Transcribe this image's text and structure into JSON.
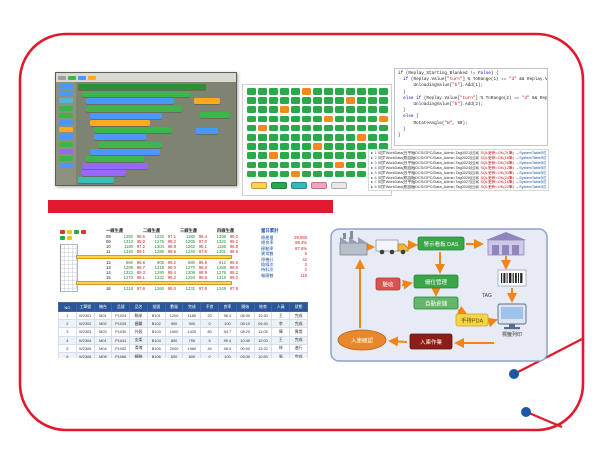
{
  "slide": {
    "bg": "#ffffff",
    "frame_color": "#e2182f",
    "divider_color": "#e2182f",
    "dot_color": "#1a57a5"
  },
  "block_editor": {
    "toolbar_colors": [
      "#9aa0a6",
      "#3db54a",
      "#4c97ff",
      "#ffab19"
    ],
    "palette": [
      "#4c97ff",
      "#4c97ff",
      "#5cb1d6",
      "#3db54a",
      "#3db54a",
      "#4c97ff",
      "#ffab19",
      "#4c97ff",
      "#3db54a",
      "#9966ff",
      "#3db54a",
      "#4c97ff"
    ],
    "rows": [
      [
        0,
        128,
        "#2f8f35"
      ],
      [
        4,
        108,
        "#3db54a"
      ],
      [
        8,
        88,
        "#4c97ff"
      ],
      [
        8,
        96,
        "#3db54a"
      ],
      [
        12,
        72,
        "#4c97ff"
      ],
      [
        12,
        60,
        "#ffab19"
      ],
      [
        16,
        78,
        "#3db54a"
      ],
      [
        16,
        52,
        "#4c97ff"
      ],
      [
        20,
        64,
        "#3db54a"
      ],
      [
        12,
        70,
        "#4c97ff"
      ],
      [
        8,
        58,
        "#3db54a"
      ],
      [
        4,
        66,
        "#9966ff"
      ],
      [
        4,
        44,
        "#9966ff"
      ],
      [
        0,
        36,
        "#36c0b9"
      ]
    ],
    "floaters": [
      [
        118,
        16,
        26,
        "#ffab19"
      ],
      [
        124,
        30,
        30,
        "#3db54a"
      ],
      [
        120,
        46,
        22,
        "#4c97ff"
      ]
    ]
  },
  "status_board": {
    "cols": 13,
    "rows": 10,
    "ok_color": "#2aa84a",
    "warn_color": "#f2891f",
    "warn_cells": [
      [
        0,
        5
      ],
      [
        1,
        9
      ],
      [
        2,
        3
      ],
      [
        3,
        7
      ],
      [
        3,
        12
      ],
      [
        4,
        1
      ],
      [
        5,
        10
      ],
      [
        6,
        6
      ],
      [
        7,
        2
      ],
      [
        8,
        8
      ],
      [
        9,
        4
      ]
    ],
    "legend": [
      "#ffd34d",
      "#2aa84a",
      "#35b8b8",
      "#f2a3c3",
      "#e8e8e8"
    ]
  },
  "code_editor": {
    "lines": [
      [
        [
          "if",
          "b"
        ],
        [
          " (Replay_Starting_Blanked != ",
          "k"
        ],
        [
          "False",
          "b"
        ],
        [
          ") {",
          "k"
        ]
      ],
      [
        [
          "  ",
          "k"
        ],
        [
          "if",
          "b"
        ],
        [
          " (Replay.Value[",
          "k"
        ],
        [
          "\"turn\"",
          "r"
        ],
        [
          "] % ToRange(1) == ",
          "k"
        ],
        [
          "\"d\"",
          "r"
        ],
        [
          " && Replay.Value[",
          "k"
        ],
        [
          "\"strip\"",
          "r"
        ],
        [
          "])",
          "k"
        ]
      ],
      [
        [
          "      UnloadingValue[",
          "k"
        ],
        [
          "\"b\"",
          "r"
        ],
        [
          "].Add(1);",
          "k"
        ]
      ],
      [
        [
          "  }",
          "k"
        ]
      ],
      [
        [
          "  ",
          "k"
        ],
        [
          "else if",
          "b"
        ],
        [
          " (Replay.Value[",
          "k"
        ],
        [
          "\"turn\"",
          "r"
        ],
        [
          "] % ToRange(2) == ",
          "k"
        ],
        [
          "\"d\"",
          "r"
        ],
        [
          " && Replay.Value[",
          "k"
        ],
        [
          "\"strip\"",
          "r"
        ],
        [
          "])",
          "k"
        ]
      ],
      [
        [
          "      UnloadingValue[",
          "k"
        ],
        [
          "\"b\"",
          "r"
        ],
        [
          "].Add(2);",
          "k"
        ]
      ],
      [
        [
          "  }",
          "k"
        ]
      ],
      [
        [
          "  ",
          "k"
        ],
        [
          "else",
          "b"
        ],
        [
          " {",
          "k"
        ]
      ],
      [
        [
          "      RotateAngle(",
          "k"
        ],
        [
          "\"W\"",
          "r"
        ],
        [
          ", 90);",
          "k"
        ]
      ],
      [
        [
          "  }",
          "k"
        ]
      ],
      [
        [
          "}",
          "k"
        ]
      ]
    ]
  },
  "sync_log": {
    "rows": [
      {
        "n": "1",
        "a": "同步WorkData(台中廠DCS/OPC/Data_Admin.Tag0021)回寫",
        "b": "SQL更新=OK(21筆)",
        "c": "→SystemTable同步完成"
      },
      {
        "n": "2",
        "a": "同步WorkData(桃園廠DCS/OPC/Data_Admin.Tag0022)回寫",
        "b": "SQL更新=OK(18筆)",
        "c": "→SystemTable同步完成"
      },
      {
        "n": "3",
        "a": "同步WorkData(台中廠DCS/OPC/Data_Admin.Tag0023)回寫",
        "b": "SQL更新=OK(26筆)",
        "c": "→SystemTable同步完成"
      },
      {
        "n": "4",
        "a": "同步WorkData(桃園廠DCS/OPC/Data_Admin.Tag0024)回寫",
        "b": "SQL更新=OK(12筆)",
        "c": "→SystemTable同步完成"
      },
      {
        "n": "5",
        "a": "同步WorkData(台中廠DCS/OPC/Data_Admin.Tag0025)回寫",
        "b": "SQL更新=OK(30筆)",
        "c": "→SystemTable同步完成"
      },
      {
        "n": "6",
        "a": "同步WorkData(桃園廠DCS/OPC/Data_Admin.Tag0026)回寫",
        "b": "SQL更新=OK(24筆)",
        "c": "→SystemTable同步完成"
      },
      {
        "n": "7",
        "a": "同步WorkData(台中廠DCS/OPC/Data_Admin.Tag0027)回寫",
        "b": "SQL更新=OK(16筆)",
        "c": "→SystemTable同步完成"
      },
      {
        "n": "8",
        "a": "同步WorkData(桃園廠DCS/OPC/Data_Admin.Tag0028)回寫",
        "b": "SQL更新=OK(22筆)",
        "c": "→SystemTable同步完成"
      }
    ]
  },
  "production_report": {
    "andon_lights": [
      "#d63a2f",
      "#f0c419",
      "#2aa84a",
      "#d63a2f",
      "#2aa84a",
      "#f0c419"
    ],
    "cluster_titles": [
      "一線生產",
      "二線生產",
      "三線生產",
      "四線生產"
    ],
    "rows": [
      [
        "08",
        "1250",
        "98.5",
        "1232",
        "97.1",
        "1180",
        "96.4",
        "1298",
        "99.0"
      ],
      [
        "09",
        "1310",
        "99.0",
        "1275",
        "98.2",
        "1205",
        "97.0",
        "1322",
        "99.2"
      ],
      [
        "10",
        "1180",
        "97.2",
        "1304",
        "98.8",
        "1262",
        "98.1",
        "1189",
        "96.8"
      ],
      [
        "11",
        "1340",
        "99.1",
        "1286",
        "98.5",
        "1240",
        "97.6",
        "1301",
        "98.9"
      ],
      [
        "12",
        "860",
        "96.8",
        "905",
        "96.2",
        "880",
        "95.9",
        "912",
        "96.5"
      ],
      [
        "13",
        "1295",
        "98.7",
        "1318",
        "99.0",
        "1270",
        "98.3",
        "1288",
        "98.6"
      ],
      [
        "14",
        "1322",
        "99.3",
        "1290",
        "98.4",
        "1308",
        "98.9",
        "1276",
        "98.2"
      ],
      [
        "15",
        "1270",
        "98.1",
        "1332",
        "99.2",
        "1294",
        "98.6",
        "1315",
        "99.0"
      ],
      [
        "16",
        "1218",
        "97.6",
        "1260",
        "98.0",
        "1231",
        "97.8",
        "1249",
        "97.9"
      ]
    ],
    "summary": {
      "title": "當日累計",
      "rows": [
        [
          "總產量",
          "29,850"
        ],
        [
          "總良率",
          "98.4%"
        ],
        [
          "稼動率",
          "87.6%"
        ],
        [
          "異常數",
          "5"
        ],
        [
          "停機分",
          "42"
        ],
        [
          "換線次",
          "3"
        ],
        [
          "待料次",
          "2"
        ],
        [
          "報廢數",
          "118"
        ]
      ]
    }
  },
  "production_table": {
    "headers": [
      "NO",
      "工單號",
      "機台",
      "品號",
      "品名",
      "批號",
      "數量",
      "完成",
      "不良",
      "良率",
      "開始",
      "結束",
      "人員",
      "狀態"
    ],
    "rows": [
      [
        "1",
        "W2301",
        "M01",
        "P1024",
        "軸承",
        "B101",
        "1200",
        "1180",
        "20",
        "98.3",
        "08:00",
        "10:30",
        "王",
        "完成"
      ],
      [
        "2",
        "W2302",
        "M02",
        "P1025",
        "齒輪",
        "B102",
        "900",
        "900",
        "0",
        "100",
        "08:10",
        "09:40",
        "李",
        "完成"
      ],
      [
        "3",
        "W2303",
        "M03",
        "P1030",
        "外殼",
        "B103",
        "1500",
        "1420",
        "80",
        "94.7",
        "08:20",
        "11:05",
        "陳",
        "異常"
      ],
      [
        "4",
        "W2304",
        "M01",
        "P1041",
        "支架",
        "B104",
        "800",
        "795",
        "5",
        "99.4",
        "10:40",
        "12:00",
        "王",
        "完成"
      ],
      [
        "5",
        "W2305",
        "M04",
        "P1052",
        "滑塊",
        "B105",
        "2000",
        "1960",
        "40",
        "98.0",
        "09:00",
        "13:20",
        "林",
        "進行"
      ],
      [
        "6",
        "W2306",
        "M05",
        "P1066",
        "轉軸",
        "B106",
        "600",
        "600",
        "0",
        "100",
        "09:30",
        "10:50",
        "張",
        "完成"
      ],
      [
        "7",
        "W2307",
        "M02",
        "P1073",
        "卡榫",
        "B107",
        "1100",
        "1005",
        "95",
        "91.4",
        "10:00",
        "13:45",
        "李",
        "異常"
      ],
      [
        "8",
        "W2308",
        "M06",
        "P1088",
        "墊片",
        "B108",
        "2500",
        "2450",
        "50",
        "98.0",
        "10:15",
        "15:00",
        "黃",
        "進行"
      ]
    ]
  },
  "flowchart": {
    "labels": {
      "dashboard": "警示看板 DAS",
      "storage": "儲位管理",
      "asrs": "自動倉儲",
      "receive": "驗收",
      "pda": "手持PDA",
      "operation": "入庫作業",
      "confirm": "入庫確認",
      "tag": "TAG",
      "printer": "標籤列印"
    }
  }
}
